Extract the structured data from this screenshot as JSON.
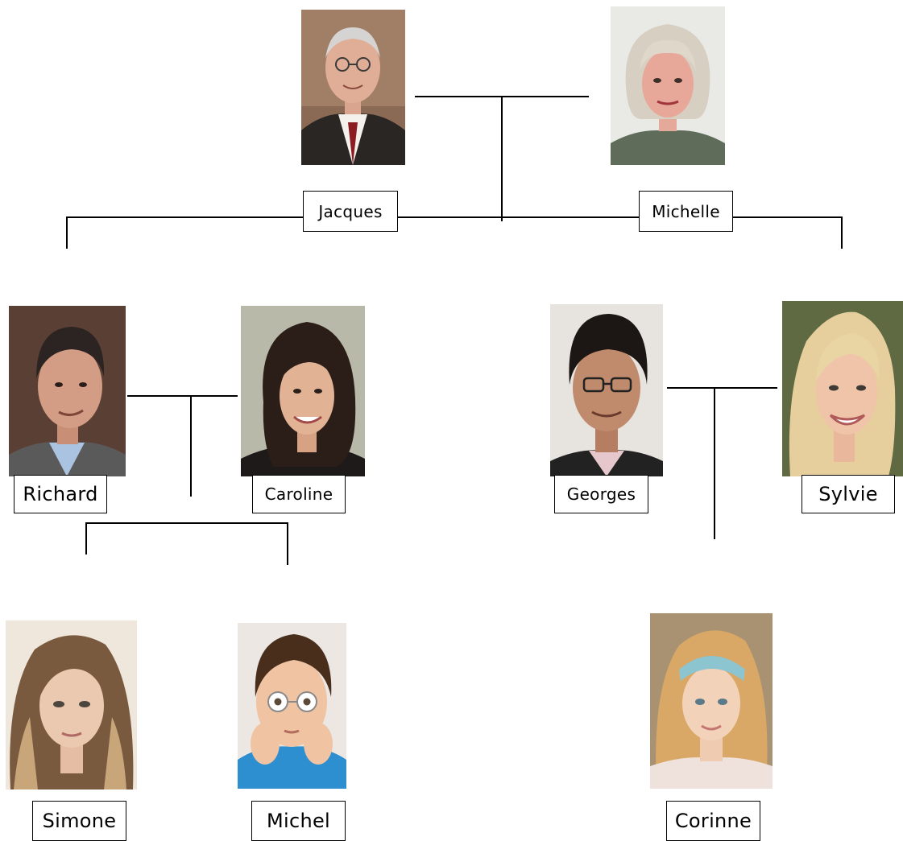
{
  "tree": {
    "grandparents": {
      "grandfather": {
        "name": "Jacques"
      },
      "grandmother": {
        "name": "Michelle"
      }
    },
    "family_left": {
      "father": {
        "name": "Richard"
      },
      "mother": {
        "name": "Caroline"
      },
      "children": [
        {
          "name": "Simone"
        },
        {
          "name": "Michel"
        }
      ]
    },
    "family_right": {
      "father": {
        "name": "Georges"
      },
      "mother": {
        "name": "Sylvie"
      },
      "children": [
        {
          "name": "Corinne"
        }
      ]
    }
  },
  "colors": {
    "line": "#000000",
    "label_border": "#000000",
    "background": "#ffffff"
  }
}
